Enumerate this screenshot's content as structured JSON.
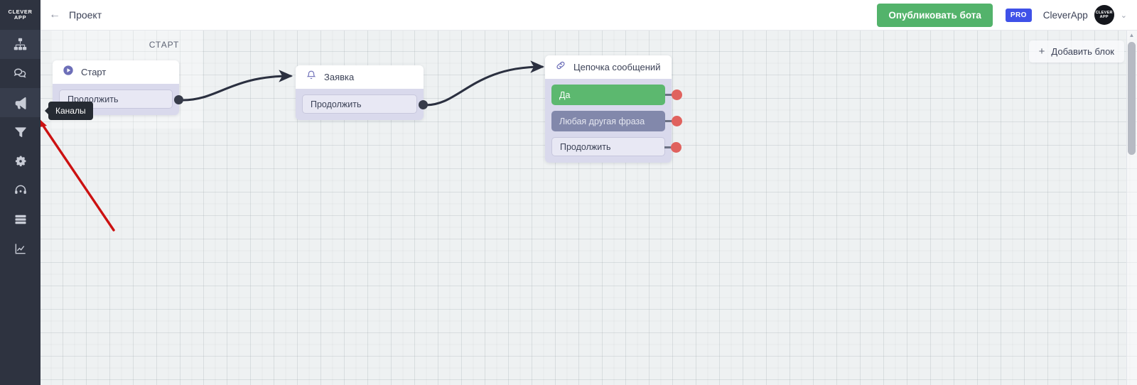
{
  "brand": {
    "logo_line1": "CLEVER",
    "logo_line2": "APP",
    "accent_green": "#53b36b",
    "accent_blue": "#3f51e8",
    "node_body": "#d9d9ec",
    "port_red": "#e0625e"
  },
  "sidebar": {
    "items": [
      {
        "icon": "sitemap-icon",
        "name": "sidebar-item-structure",
        "active": true,
        "label": ""
      },
      {
        "icon": "chat-icon",
        "name": "sidebar-item-dialogs",
        "active": false,
        "label": ""
      },
      {
        "icon": "megaphone-icon",
        "name": "sidebar-item-channels",
        "active": true,
        "label": "Каналы"
      },
      {
        "icon": "filter-icon",
        "name": "sidebar-item-filters",
        "active": false,
        "label": ""
      },
      {
        "icon": "gear-icon",
        "name": "sidebar-item-settings",
        "active": false,
        "label": ""
      },
      {
        "icon": "headset-icon",
        "name": "sidebar-item-support",
        "active": false,
        "label": ""
      },
      {
        "icon": "list-icon",
        "name": "sidebar-item-database",
        "active": false,
        "label": ""
      },
      {
        "icon": "chart-icon",
        "name": "sidebar-item-analytics",
        "active": false,
        "label": ""
      }
    ],
    "tooltip": "Каналы"
  },
  "header": {
    "back_arrow": "←",
    "project_title": "Проект",
    "publish_label": "Опубликовать бота",
    "pro_badge": "PRO",
    "user_name": "CleverApp",
    "avatar_line1": "CLEVER",
    "avatar_line2": "APP",
    "chevron": "⌄"
  },
  "canvas": {
    "start_column_label": "СТАРТ",
    "add_block": {
      "plus": "+",
      "label": "Добавить блок"
    },
    "scroll_up_arrow": "▲",
    "nodes": [
      {
        "name": "node-start",
        "icon": "play-circle-icon",
        "title": "Старт",
        "rows": [
          {
            "label": "Продолжить",
            "style": "plain",
            "port": "dark"
          }
        ]
      },
      {
        "name": "node-request",
        "icon": "bell-icon",
        "title": "Заявка",
        "rows": [
          {
            "label": "Продолжить",
            "style": "plain",
            "port": "dark"
          }
        ]
      },
      {
        "name": "node-message-chain",
        "icon": "link-icon",
        "title": "Цепочка сообщений",
        "rows": [
          {
            "label": "Да",
            "style": "green",
            "port": "red"
          },
          {
            "label": "Любая другая фраза",
            "style": "violet",
            "port": "red"
          },
          {
            "label": "Продолжить",
            "style": "plain",
            "port": "red"
          }
        ]
      }
    ]
  },
  "annotation": {
    "type": "red-arrow",
    "points_to": "sidebar-item-channels",
    "color": "#cc1111"
  }
}
